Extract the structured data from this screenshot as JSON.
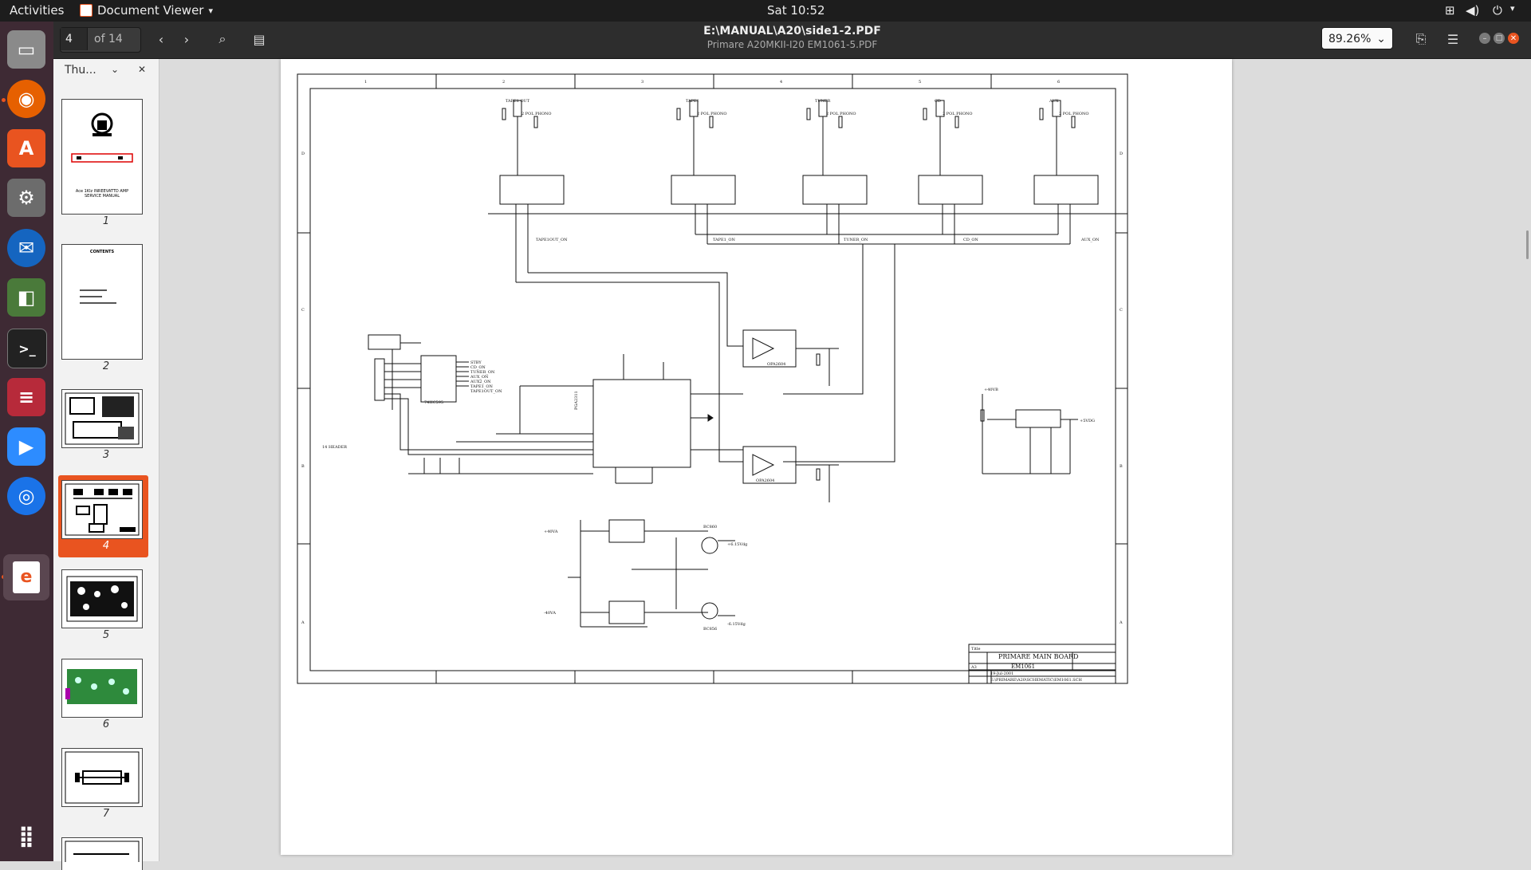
{
  "topbar": {
    "activities": "Activities",
    "app_name": "Document Viewer",
    "clock": "Sat 10:52"
  },
  "header": {
    "page_current": "4",
    "page_total": "of 14",
    "title": "E:\\MANUAL\\A20\\side1-2.PDF",
    "subtitle": "Primare A20MKII-I20 EM1061-5.PDF",
    "zoom": "89.26%"
  },
  "sidebar": {
    "mode_label": "Thu...",
    "thumbnails": [
      {
        "number": "1"
      },
      {
        "number": "2"
      },
      {
        "number": "3"
      },
      {
        "number": "4"
      },
      {
        "number": "5"
      },
      {
        "number": "6"
      },
      {
        "number": "7"
      }
    ],
    "thumb1_text": "Ace 1KIz INREEVATTD AMP SERVICE MANUAL",
    "thumb2_title": "CONTENTS"
  },
  "schematic": {
    "ruler_top": [
      "1",
      "2",
      "3",
      "4",
      "5",
      "6"
    ],
    "ruler_side": [
      "D",
      "C",
      "B",
      "A"
    ],
    "inputs": [
      "TAPE1 OUT",
      "TAPE1",
      "TUNER",
      "CD",
      "AUX"
    ],
    "input_enable": [
      "TAPE1OUT_ON",
      "TAPE1_ON",
      "TUNER_ON",
      "CD_ON",
      "AUX_ON"
    ],
    "phono_label": "2 POL PHONO",
    "u_labels": [
      "OPA2604",
      "OPA2604",
      "PGA2311",
      "74HC595"
    ],
    "header_label": "14 HEADER",
    "control_lines": [
      "STBY",
      "CD_ON",
      "TUNER_ON",
      "AUX_ON",
      "AUX2_ON",
      "TAPE1_ON",
      "TAPE1OUT_ON"
    ],
    "psu_labels": [
      "+6.15Vdg",
      "-6.15Vdg",
      "+5VDG",
      "+40VB",
      "+40VA",
      "-40VA",
      "BC860",
      "BC856"
    ],
    "title_block": {
      "title_label": "Title",
      "title": "PRIMARE MAIN BOARD",
      "number": "EM1061",
      "file": "E:\\PRIMARE\\A20\\SCHEMATIC\\EM1061.SCH",
      "date": "19-Jul-2001",
      "size": "A3"
    }
  }
}
